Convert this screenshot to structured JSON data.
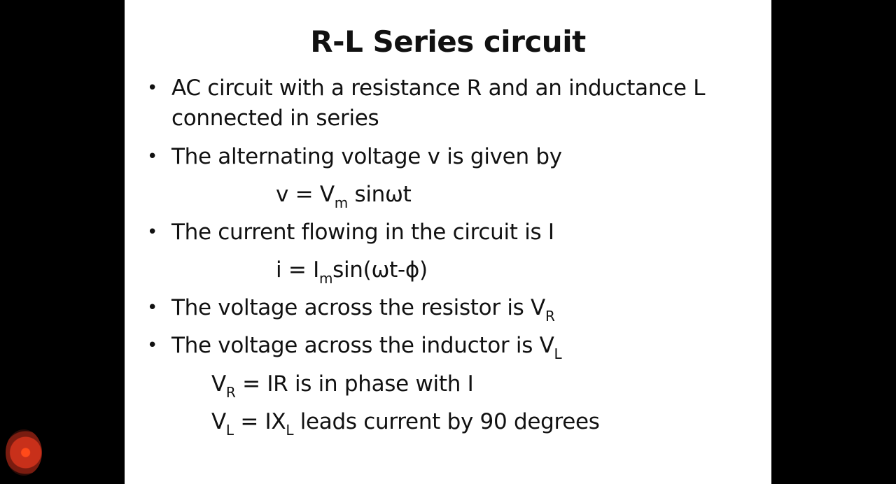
{
  "slide": {
    "title": "R-L Series circuit",
    "bullets": [
      {
        "lines": [
          "AC circuit with a resistance R and an inductance L",
          "connected in series"
        ]
      },
      {
        "text": "The alternating voltage v is given by"
      },
      {
        "text": "The current flowing in the circuit is I"
      },
      {
        "text": "The voltage across the resistor is V",
        "sub": "R"
      },
      {
        "text": "The voltage across the inductor is V",
        "sub": "L"
      }
    ],
    "equations": {
      "voltage": {
        "pre": "v = V",
        "sub": "m",
        "post": " sinωt"
      },
      "current": {
        "pre": "i = I",
        "sub": "m",
        "post": "sin(ωt-ϕ)"
      },
      "vr": {
        "pre": "V",
        "sub": "R",
        "post": " = IR is in phase with I"
      },
      "vl": {
        "pre": "V",
        "sub": "L",
        "mid": " = IX",
        "sub2": "L",
        "post": " leads current by 90 degrees"
      }
    },
    "bullet_symbol": "•"
  },
  "colors": {
    "background": "#000000",
    "slide": "#ffffff",
    "text": "#111111",
    "record_indicator": "#ff4a1a"
  }
}
